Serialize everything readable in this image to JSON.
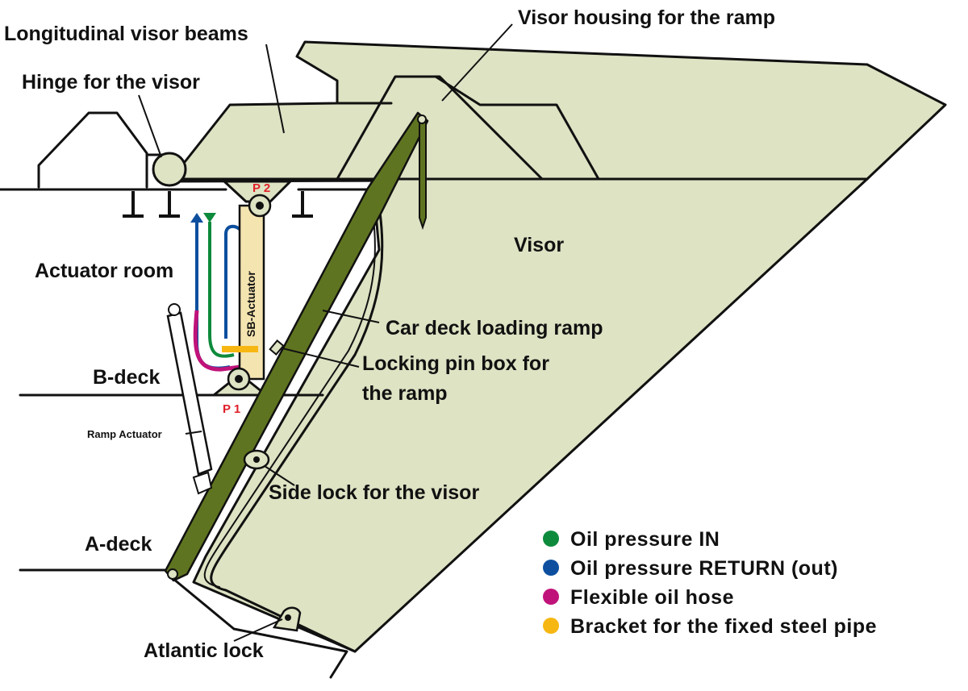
{
  "labels": {
    "longitudinal_beams": "Longitudinal visor beams",
    "hinge": "Hinge for the visor",
    "visor_housing": "Visor housing for the ramp",
    "visor": "Visor",
    "actuator_room": "Actuator room",
    "car_deck_ramp": "Car deck loading ramp",
    "locking_pin_line1": "Locking pin box for",
    "locking_pin_line2": "the ramp",
    "b_deck": "B-deck",
    "ramp_actuator": "Ramp Actuator",
    "side_lock": "Side lock for the visor",
    "a_deck": "A-deck",
    "atlantic_lock": "Atlantic lock",
    "sb_actuator": "SB-Actuator",
    "p1": "P 1",
    "p2": "P 2"
  },
  "legend": [
    {
      "label": "Oil pressure IN",
      "color": "#0e8a3c"
    },
    {
      "label": "Oil pressure RETURN (out)",
      "color": "#0d4f9e"
    },
    {
      "label": "Flexible oil hose",
      "color": "#c0137a"
    },
    {
      "label": "Bracket for the fixed steel pipe",
      "color": "#f7b712"
    }
  ],
  "colors": {
    "visor_fill": "#dde3c3",
    "ramp_fill": "#5f7420",
    "actuator_fill": "#f4e4b0"
  }
}
